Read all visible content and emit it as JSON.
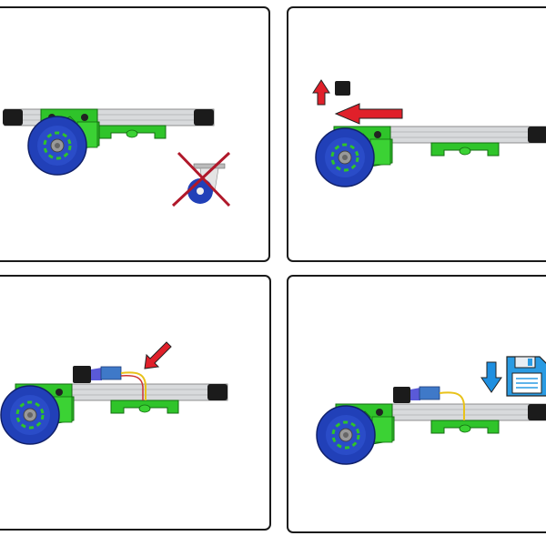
{
  "diagram": {
    "panels": [
      {
        "step": 1,
        "content": "assembly-with-caster-removed"
      },
      {
        "step": 2,
        "content": "assembly-slide-end-cap"
      },
      {
        "step": 3,
        "content": "install-sensor-board"
      },
      {
        "step": 4,
        "content": "save-configuration"
      }
    ],
    "colors": {
      "frame": "#1a1a1a",
      "body_green": "#2fc42a",
      "wheel_blue": "#2140b8",
      "rail": "#d8dadc",
      "arrow_red": "#e0202a",
      "cross_red": "#b0182a",
      "arrow_blue": "#1e8fe0",
      "floppy_blue": "#2a9be3"
    },
    "icons": [
      "up-arrow-icon",
      "left-arrow-icon",
      "diagonal-arrow-icon",
      "down-arrow-icon",
      "floppy-disk-icon",
      "cross-icon"
    ]
  }
}
